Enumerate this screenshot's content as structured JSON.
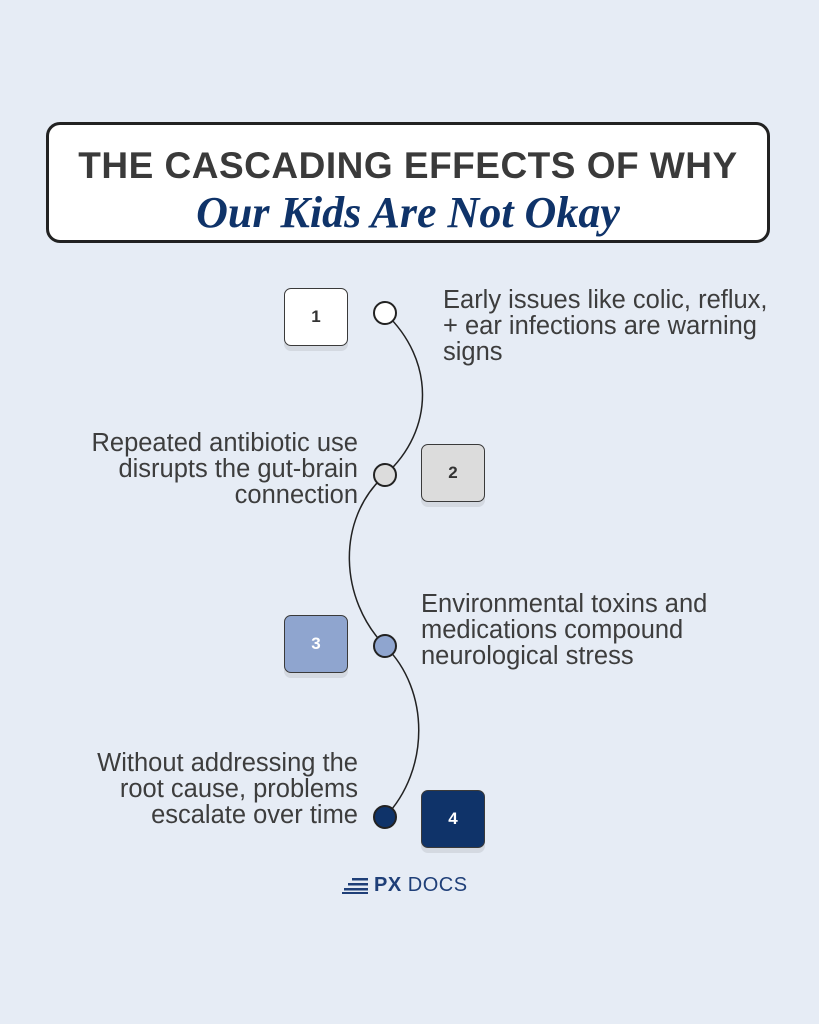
{
  "title": {
    "line1": "THE CASCADING EFFECTS OF WHY",
    "line2": "Our Kids Are Not Okay"
  },
  "steps": [
    {
      "number": "1",
      "text": "Early issues like colic, reflux, + ear infections are warning signs",
      "box_color": "#ffffff",
      "number_color": "#333333",
      "node_color": "#ffffff"
    },
    {
      "number": "2",
      "text": "Repeated antibiotic use disrupts the gut-brain connection",
      "box_color": "#dcdcdc",
      "number_color": "#333333",
      "node_color": "#dcdcdc"
    },
    {
      "number": "3",
      "text": "Environmental toxins and medications compound neurological stress",
      "box_color": "#8fa5cf",
      "number_color": "#ffffff",
      "node_color": "#8fa5cf"
    },
    {
      "number": "4",
      "text": "Without addressing the root cause, problems escalate over time",
      "box_color": "#0f3369",
      "number_color": "#ffffff",
      "node_color": "#0f3369"
    }
  ],
  "logo": {
    "icon": "stacked-bars-logo-icon",
    "brand_bold": "PX",
    "brand_rest": "DOCS"
  },
  "colors": {
    "background": "#e6ecf5",
    "accent_navy": "#0f3369",
    "text_gray": "#3d3d3d"
  }
}
